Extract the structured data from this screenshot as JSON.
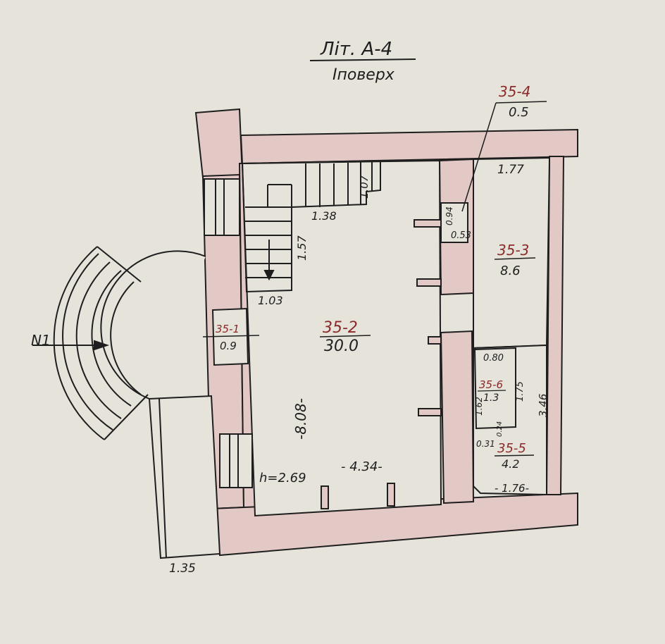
{
  "header": {
    "title": "Літ. А-4",
    "subtitle": "Iповерх"
  },
  "rooms": [
    {
      "id": "35-1",
      "area": "0.9"
    },
    {
      "id": "35-2",
      "area": "30.0"
    },
    {
      "id": "35-3",
      "area": "8.6"
    },
    {
      "id": "35-4",
      "area": "0.5"
    },
    {
      "id": "35-5",
      "area": "4.2"
    },
    {
      "id": "35-6",
      "area": "1.3"
    }
  ],
  "dimensions": {
    "d_1_77": "1.77",
    "d_1_07": "1.07",
    "d_1_38": "1.38",
    "d_1_57": "1.57",
    "d_1_03": "1.03",
    "d_0_94": "0.94",
    "d_0_53": "0.53",
    "d_0_80": "0.80",
    "d_1_75": "1.75",
    "d_1_62": "1.62",
    "d_0_24": "0.24",
    "d_0_31": "0.31",
    "d_3_46": "3.46",
    "d_8_08": "-8.08-",
    "d_4_34": "- 4.34-",
    "d_1_76": "- 1.76-",
    "d_1_35": "1.35",
    "height": "h=2.69"
  },
  "entrance": {
    "label": "N1"
  },
  "colors": {
    "paper": "#e6e3da",
    "wall_fill": "#e3c9c6",
    "ink": "#1e1e1e",
    "room_number_red": "#8a2a2a"
  }
}
